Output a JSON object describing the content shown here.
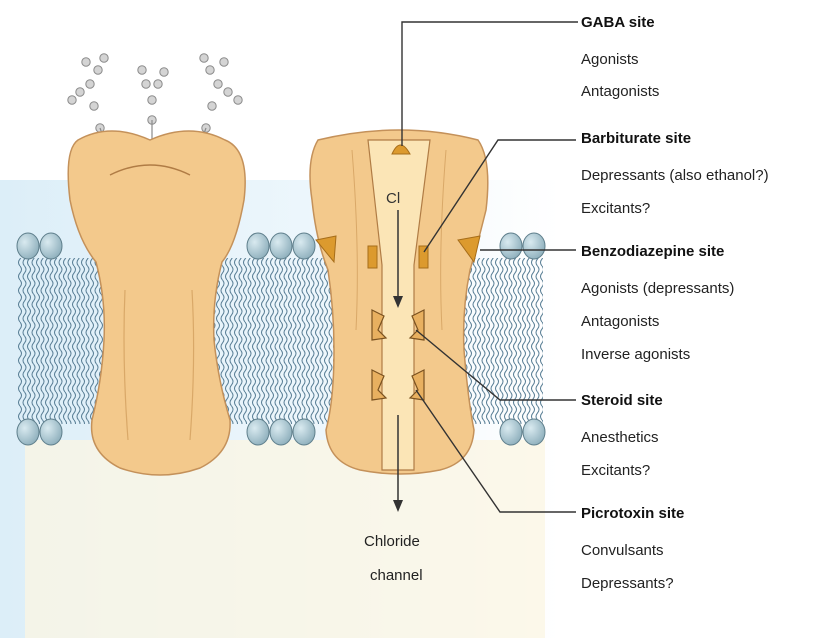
{
  "ion": {
    "label": "Cl"
  },
  "channel": {
    "line1": "Chloride",
    "line2": "channel"
  },
  "sites": [
    {
      "title": "GABA site",
      "items": [
        "Agonists",
        "Antagonists"
      ]
    },
    {
      "title": "Barbiturate site",
      "items": [
        "Depressants (also ethanol?)",
        "Excitants?"
      ]
    },
    {
      "title": "Benzodiazepine site",
      "items": [
        "Agonists (depressants)",
        "Antagonists",
        "Inverse agonists"
      ]
    },
    {
      "title": "Steroid site",
      "items": [
        "Anesthetics",
        "Excitants?"
      ]
    },
    {
      "title": "Picrotoxin site",
      "items": [
        "Convulsants",
        "Depressants?"
      ]
    }
  ],
  "colors": {
    "protein": "#f3c98c",
    "protein_dark": "#e6b06a",
    "site_marker": "#dc9a2e",
    "lipid_head": "#a9c4cf",
    "lipid_tail": "#5a7f96",
    "glyco": "#c9c9c9",
    "background_wash": "#eaf4fa",
    "background_cream": "#fbf5e3"
  }
}
